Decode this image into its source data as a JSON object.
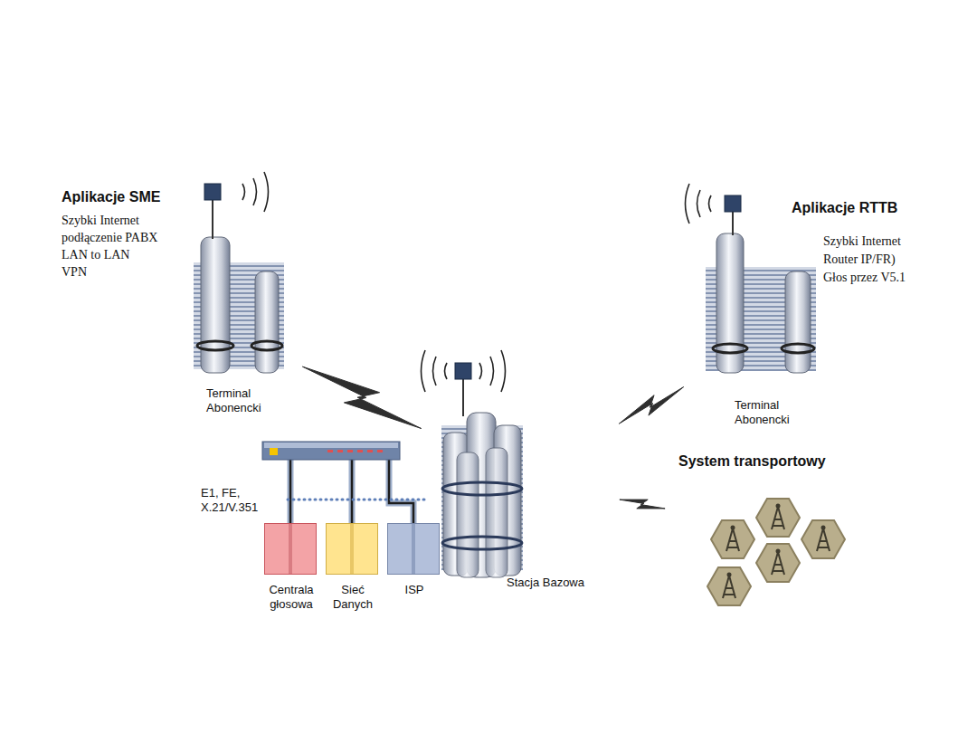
{
  "diagram": {
    "nodes": [
      {
        "text": [
          "Aplikacje SME",
          "Szybki Internet",
          "podłączenie PABX",
          "LAN to LAN",
          "VPN",
          "Terminal Abonencki"
        ]
      },
      {
        "text": [
          "Aplikacje RTTB",
          "Szybki Internet",
          "Router IP/FR)",
          "Głos przez V5.1",
          "Terminal Abonencki"
        ]
      },
      {
        "text": [
          "E1, FE, X.21/V.351"
        ]
      },
      {
        "text": [
          "Centrala głosowa"
        ],
        "in": 2
      },
      {
        "text": [
          "Sieć Danych"
        ],
        "in": 2
      },
      {
        "text": [
          "ISP"
        ],
        "in": 2
      },
      {
        "text": [
          "Stacja Bazowa"
        ]
      },
      {
        "text": [
          "System transportowy"
        ]
      }
    ],
    "edges": [
      {
        "from": 0,
        "to": 6,
        "arrow": "none"
      },
      {
        "from": 6,
        "to": 1,
        "arrow": "none"
      },
      {
        "from": 6,
        "to": 7,
        "arrow": "none"
      }
    ]
  }
}
